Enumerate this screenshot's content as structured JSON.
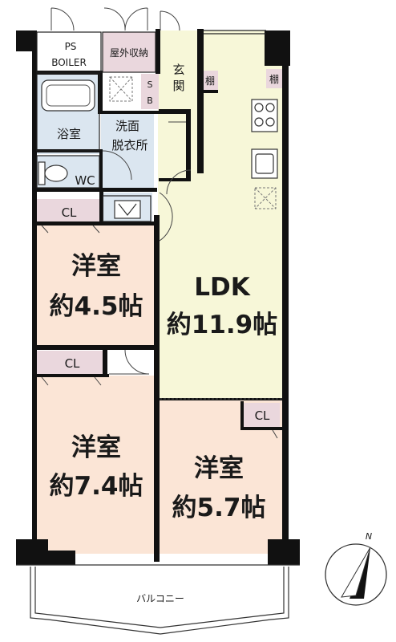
{
  "rooms": {
    "ldk": {
      "name": "LDK",
      "size": "約11.9帖"
    },
    "western1": {
      "name": "洋室",
      "size": "約4.5帖"
    },
    "western2": {
      "name": "洋室",
      "size": "約7.4帖"
    },
    "western3": {
      "name": "洋室",
      "size": "約5.7帖"
    },
    "bath": "浴室",
    "washroom_line1": "洗面",
    "washroom_line2": "脱衣所",
    "wc": "WC",
    "entrance_line1": "玄",
    "entrance_line2": "関",
    "sb_line1": "S",
    "sb_line2": "B"
  },
  "storage": {
    "ps": "PS",
    "boiler": "BOILER",
    "outdoor_storage": "屋外収納",
    "shelf": "棚",
    "closet": "CL"
  },
  "balcony": "バルコニー",
  "compass": {
    "label": "N"
  },
  "colors": {
    "wall": "#111111",
    "ldk": "#f7f7d8",
    "western": "#fbe5d6",
    "wet": "#dbe6f0",
    "storage": "#ead7dd",
    "entrance": "#ffffff"
  }
}
